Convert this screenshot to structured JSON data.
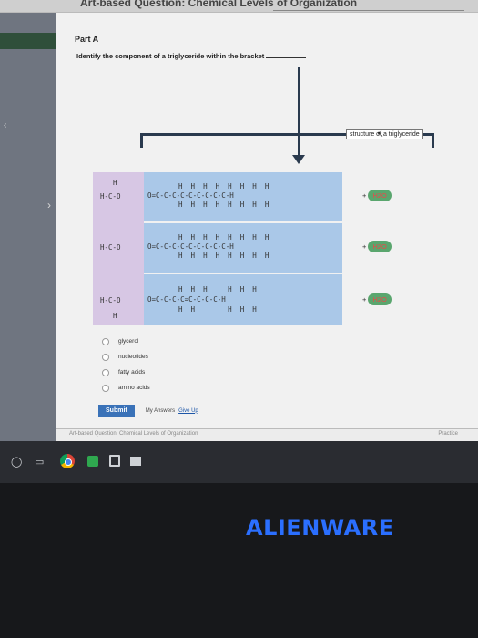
{
  "page": {
    "title": "Art-based Question: Chemical Levels of Organization"
  },
  "part": {
    "label": "Part A"
  },
  "question": {
    "text": "Identify the component of a triglyceride within the bracket"
  },
  "diagram": {
    "label": "structure of a triglyceride",
    "glycerol": {
      "h_top": "H",
      "row1": "H-C-O",
      "row2": "H-C-O",
      "row3": "H-C-O",
      "h_bottom": "H"
    },
    "chains": [
      {
        "top": "H  H  H  H  H  H  H  H",
        "mid": "O=C-C-C-C-C-C-C-C-C-H",
        "bot": "H  H  H  H  H  H  H  H"
      },
      {
        "top": "H  H  H  H  H  H  H  H",
        "mid": "O=C-C-C-C-C-C-C-C-C-H",
        "bot": "H  H  H  H  H  H  H  H"
      },
      {
        "top": "H  H  H     H  H  H",
        "mid": "O=C-C-C-C=C-C-C-C-H",
        "bot": "H  H        H  H  H"
      }
    ],
    "water": {
      "plus": "+",
      "formula": "H2O"
    }
  },
  "choices": [
    {
      "label": "glycerol"
    },
    {
      "label": "nucleotides"
    },
    {
      "label": "fatty acids"
    },
    {
      "label": "amino acids"
    }
  ],
  "actions": {
    "submit": "Submit",
    "my_answers": "My Answers",
    "give_up": "Give Up"
  },
  "bottom_strip": {
    "left": "Art-based Question: Chemical Levels of Organization",
    "right": "Practice"
  },
  "brand": {
    "name": "ALIENWARE"
  },
  "colors": {
    "accent": "#3a72b8",
    "brand": "#2b6fff",
    "water_drop": "#5aa66e",
    "glycerol_band": "#d7c7e4",
    "chain_band": "#aac8e8"
  }
}
